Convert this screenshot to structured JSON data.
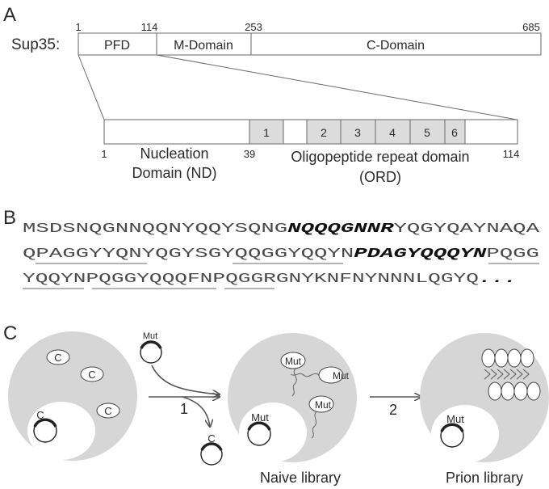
{
  "panel_labels": {
    "a": "A",
    "b": "B",
    "c": "C"
  },
  "panel_a": {
    "protein_label": "Sup35:",
    "top_ticks": [
      "1",
      "114",
      "253",
      "685"
    ],
    "domains": [
      "PFD",
      "M-Domain",
      "C-Domain"
    ],
    "repeats": [
      "1",
      "2",
      "3",
      "4",
      "5",
      "6"
    ],
    "bottom_ticks": [
      "1",
      "39",
      "114"
    ],
    "nd_label_line1": "Nucleation",
    "nd_label_line2": "Domain (ND)",
    "ord_label_line1": "Oligopeptide repeat domain",
    "ord_label_line2": "(ORD)"
  },
  "panel_b": {
    "line1": {
      "a": "MSDSNQGNNQQNYQQYSQNG",
      "bold": "NQQQGNNR",
      "b": "YQGYQAYNAQA"
    },
    "line2": {
      "a": "Q",
      "u1": "PAGGYYQNY",
      "b": "QGYSGY",
      "u2": "QQGGYQQYN",
      "bold": "PDAGYQQQYN",
      "u3": "PQGG"
    },
    "line3": {
      "u1": "YQQYN",
      "u2": "PQGGYQQQFN",
      "u3": "PQGG",
      "rest": "RGNYKNFNYNNNLQGYQ",
      "ellipsis": "..."
    }
  },
  "panel_c": {
    "cell1_c_labels": [
      "C",
      "C",
      "C"
    ],
    "plasmid_c_label": "C",
    "mut_label": "Mut",
    "step1": "1",
    "step2": "2",
    "ejected_label": "C",
    "naive_mut_labels": [
      "Mut",
      "Mut",
      "Mut"
    ],
    "naive_plasmid_label": "Mut",
    "prion_plasmid_label": "Mut",
    "naive_caption": "Naive library",
    "prion_caption": "Prion library"
  }
}
